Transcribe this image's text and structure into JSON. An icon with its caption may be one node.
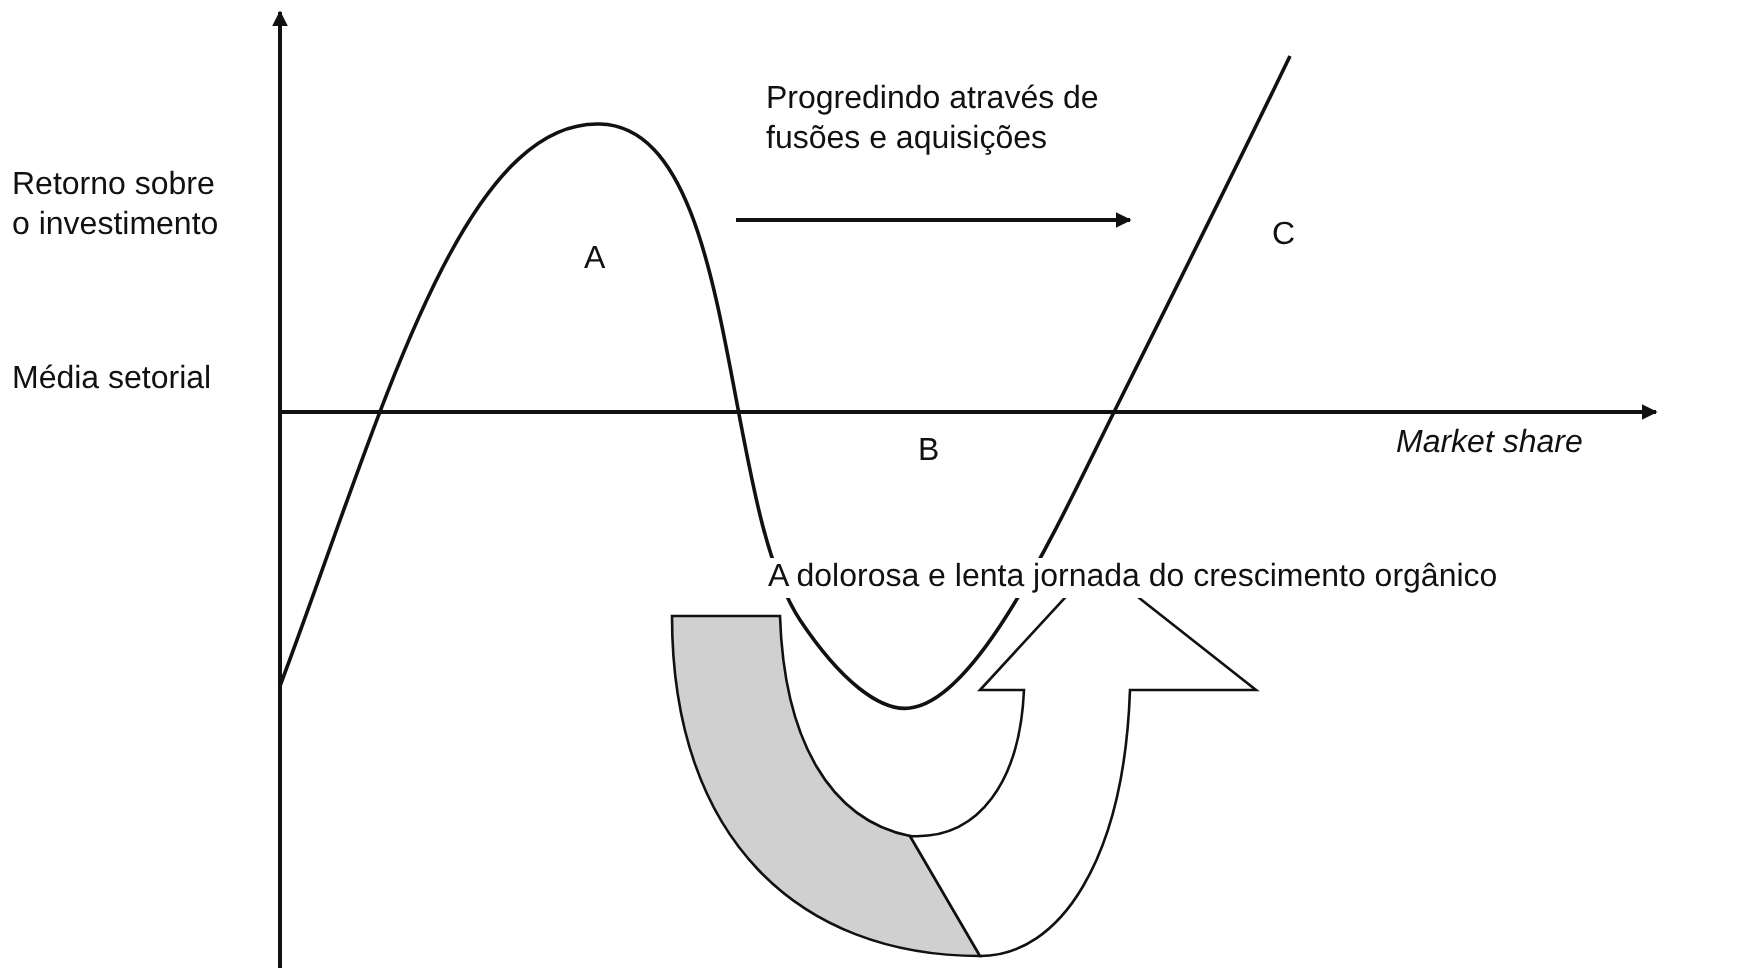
{
  "diagram": {
    "labels": [
      "Progredindo através de fusões e aquisições",
      "Retorno sobre o investimento",
      "A",
      "C",
      "Média setorial",
      "Market share",
      "B",
      "A dolorosa e lenta jornada do crescimento orgânico"
    ]
  }
}
